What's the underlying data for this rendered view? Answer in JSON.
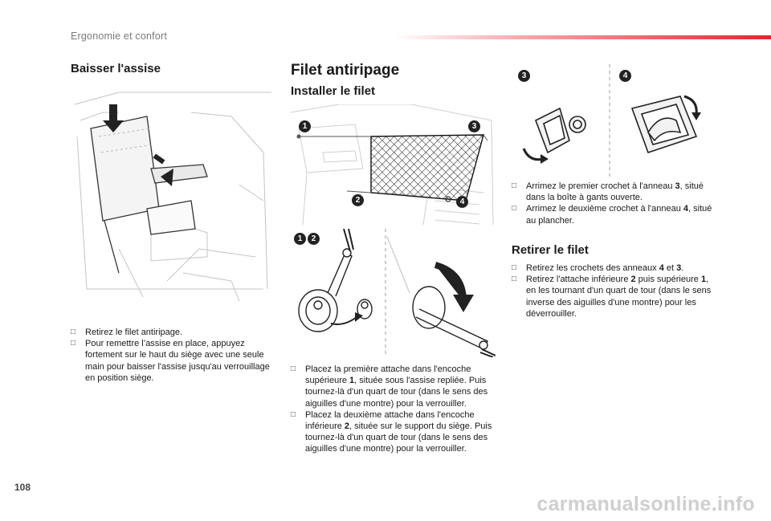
{
  "header": {
    "title": "Ergonomie et confort",
    "accent_color": "#e3262e"
  },
  "page_number": "108",
  "watermark": "carmanualsonline.info",
  "left": {
    "heading": "Baisser l'assise",
    "bullets": [
      "Retirez le filet antiripage.",
      "Pour remettre l’assise en place, appuyez fortement sur le haut du siège avec une seule main pour baisser l'assise jusqu'au verrouillage en position siège."
    ]
  },
  "middle": {
    "heading": "Filet antiripage",
    "subheading": "Installer le filet",
    "callouts_top": [
      "1",
      "3",
      "2",
      "4"
    ],
    "callouts_bottom": [
      "1",
      "2"
    ],
    "bullet1": {
      "a": "Placez la première attache dans l'encoche supérieure ",
      "b": "1",
      "c": ", située sous l'assise repliée. Puis tournez-là d'un quart de tour (dans le sens des aiguilles d'une montre) pour la verrouiller."
    },
    "bullet2": {
      "a": "Placez la deuxième attache dans l'encoche inférieure ",
      "b": "2",
      "c": ", située sur le support du siège. Puis tournez-là d'un quart de tour (dans le sens des aiguilles d'une montre) pour la verrouiller."
    }
  },
  "right": {
    "callouts": [
      "3",
      "4"
    ],
    "bullet1": {
      "a": "Arrimez le premier crochet à l'anneau ",
      "b": "3",
      "c": ", situé dans la boîte à gants ouverte."
    },
    "bullet2": {
      "a": "Arrimez le deuxième crochet à l'anneau ",
      "b": "4",
      "c": ", situé au plancher."
    },
    "heading_remove": "Retirer le filet",
    "remove1": {
      "a": "Retirez les crochets des anneaux ",
      "b": "4",
      "c": " et ",
      "d": "3",
      "e": "."
    },
    "remove2": {
      "a": "Retirez l'attache inférieure ",
      "b": "2",
      "c": " puis supérieure ",
      "d": "1",
      "e": ", en les tournant d'un quart de tour (dans le sens inverse des aiguilles d'une montre) pour les déverrouiller."
    }
  },
  "bullet_mark": "",
  "icons": [
    "seat-illustration",
    "net-illustration",
    "hook-illustration",
    "ring-illustration"
  ]
}
